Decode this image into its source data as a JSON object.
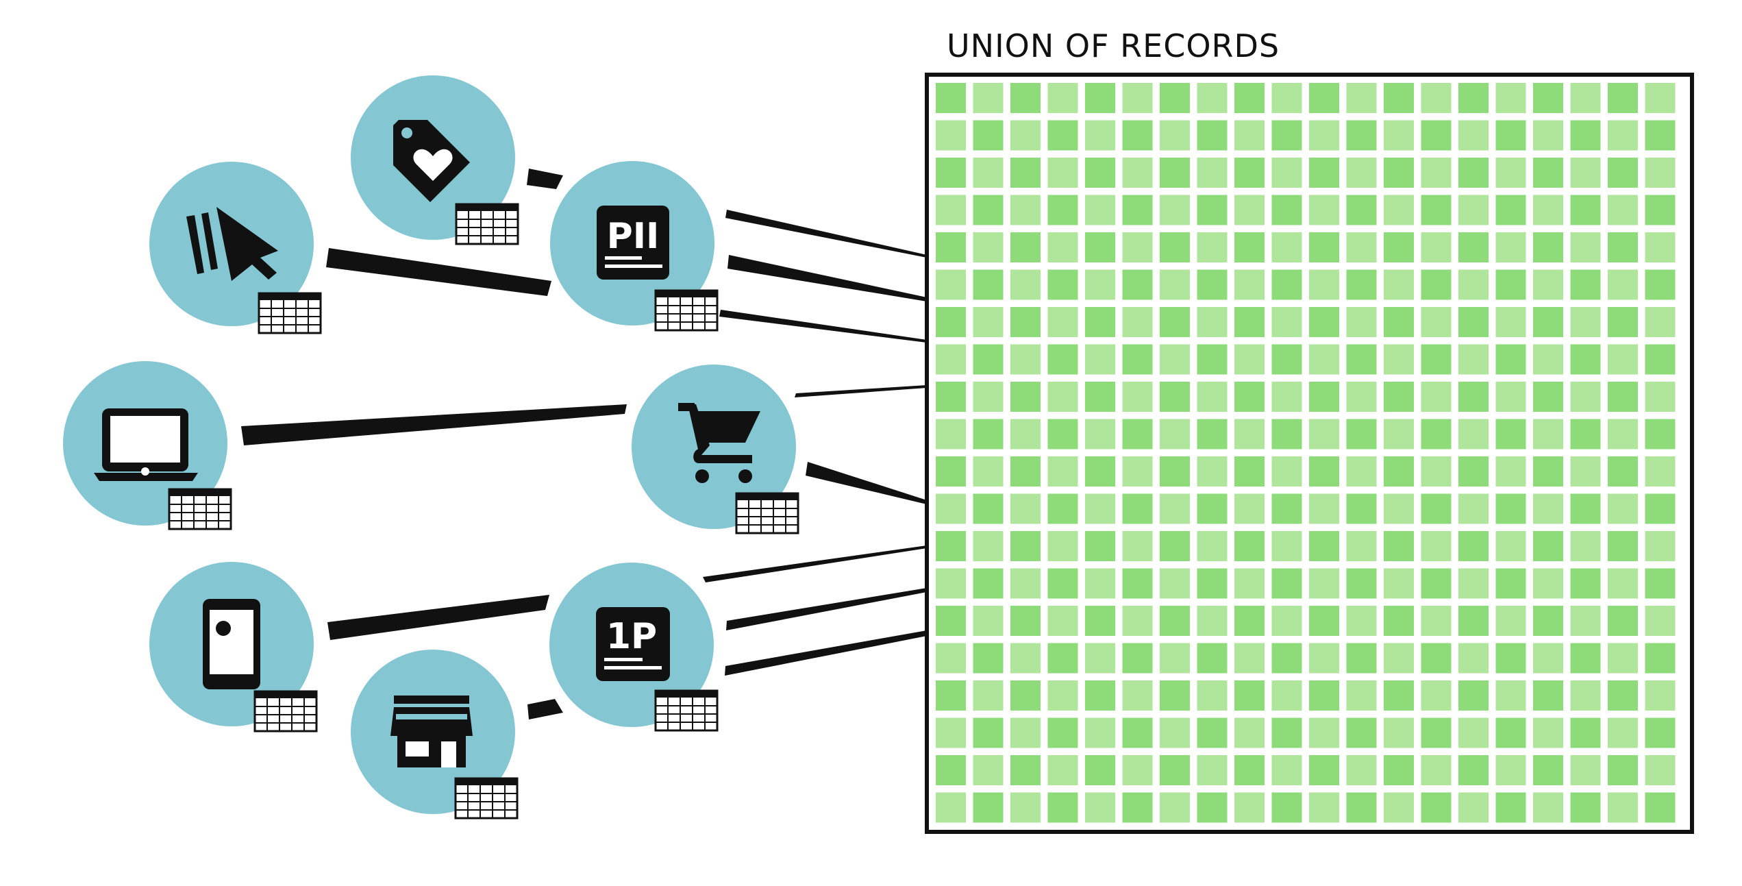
{
  "diagram": {
    "title": "UNION OF RECORDS",
    "colors": {
      "node_fill": "#84c7d2",
      "ink": "#111111",
      "cell_dark": "#8ddc79",
      "cell_light": "#afe69c",
      "grid_gap": "#ffffff"
    },
    "sources": [
      {
        "name": "clickstream",
        "icon": "cursor-clicks-icon"
      },
      {
        "name": "loyalty-tag",
        "icon": "heart-tag-icon"
      },
      {
        "name": "pii",
        "icon": "pii-badge-icon",
        "badge_text": "PII"
      },
      {
        "name": "web",
        "icon": "laptop-icon"
      },
      {
        "name": "ecommerce",
        "icon": "shopping-cart-icon"
      },
      {
        "name": "mobile",
        "icon": "mobile-phone-icon"
      },
      {
        "name": "first-party",
        "icon": "first-party-badge-icon",
        "badge_text": "1P"
      },
      {
        "name": "retail-store",
        "icon": "storefront-icon"
      }
    ],
    "union_grid": {
      "columns": 20,
      "rows": 20
    }
  }
}
